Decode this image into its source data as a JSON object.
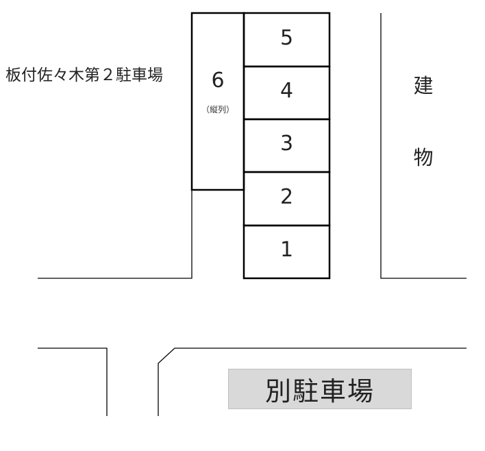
{
  "lot_name": "板付佐々木第２駐車場",
  "spaces": [
    {
      "id": "5",
      "label": "5"
    },
    {
      "id": "4",
      "label": "4"
    },
    {
      "id": "3",
      "label": "3"
    },
    {
      "id": "2",
      "label": "2"
    },
    {
      "id": "1",
      "label": "1"
    }
  ],
  "tandem_space": {
    "label": "6",
    "note": "（縦列）"
  },
  "building": {
    "char1": "建",
    "char2": "物"
  },
  "other_lot": {
    "label": "別駐車場"
  }
}
